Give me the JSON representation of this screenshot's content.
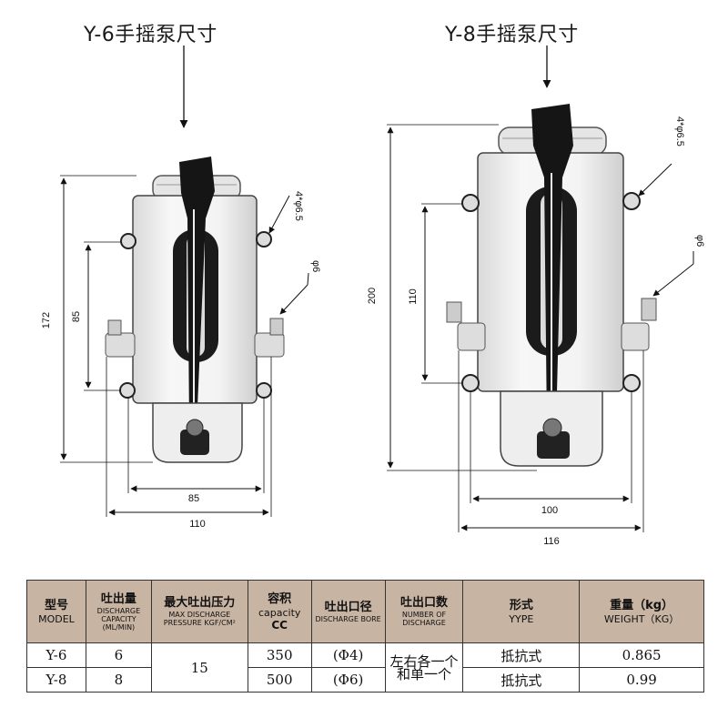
{
  "titles": {
    "y6": "Y-6手摇泵尺寸",
    "y8": "Y-8手摇泵尺寸"
  },
  "y6_dims": {
    "height": "172",
    "mount_v": "85",
    "mount_h": "85",
    "width": "110",
    "hole": "4*φ6.5",
    "outlet": "φ6"
  },
  "y8_dims": {
    "height": "200",
    "mount_v": "110",
    "mount_h": "100",
    "width": "116",
    "hole": "4*φ6.5",
    "outlet": "φ6"
  },
  "table": {
    "headers": [
      {
        "cn": "型号",
        "en": "MODEL"
      },
      {
        "cn": "吐出量",
        "en": "DISCHARGE CAPACITY (ML/MIN)"
      },
      {
        "cn": "最大吐出压力",
        "en": "MAX DISCHARGE PRESSURE KGF/CM²"
      },
      {
        "cn": "容积",
        "en": "capacity",
        "en2": "CC"
      },
      {
        "cn": "吐出口径",
        "en": "DISCHARGE BORE"
      },
      {
        "cn": "吐出口数",
        "en": "NUMBER OF DISCHARGE"
      },
      {
        "cn": "形式",
        "en": "YYPE"
      },
      {
        "cn": "重量（kg）",
        "en": "WEIGHT（KG）"
      }
    ],
    "rows": [
      {
        "model": "Y-6",
        "capacity": "6",
        "volume": "350",
        "bore": "(Φ4)",
        "type": "抵抗式",
        "weight": "0.865"
      },
      {
        "model": "Y-8",
        "capacity": "8",
        "volume": "500",
        "bore": "(Φ6)",
        "type": "抵抗式",
        "weight": "0.99"
      }
    ],
    "pressure": "15",
    "discharge_count": "左右各一个和单一个"
  }
}
